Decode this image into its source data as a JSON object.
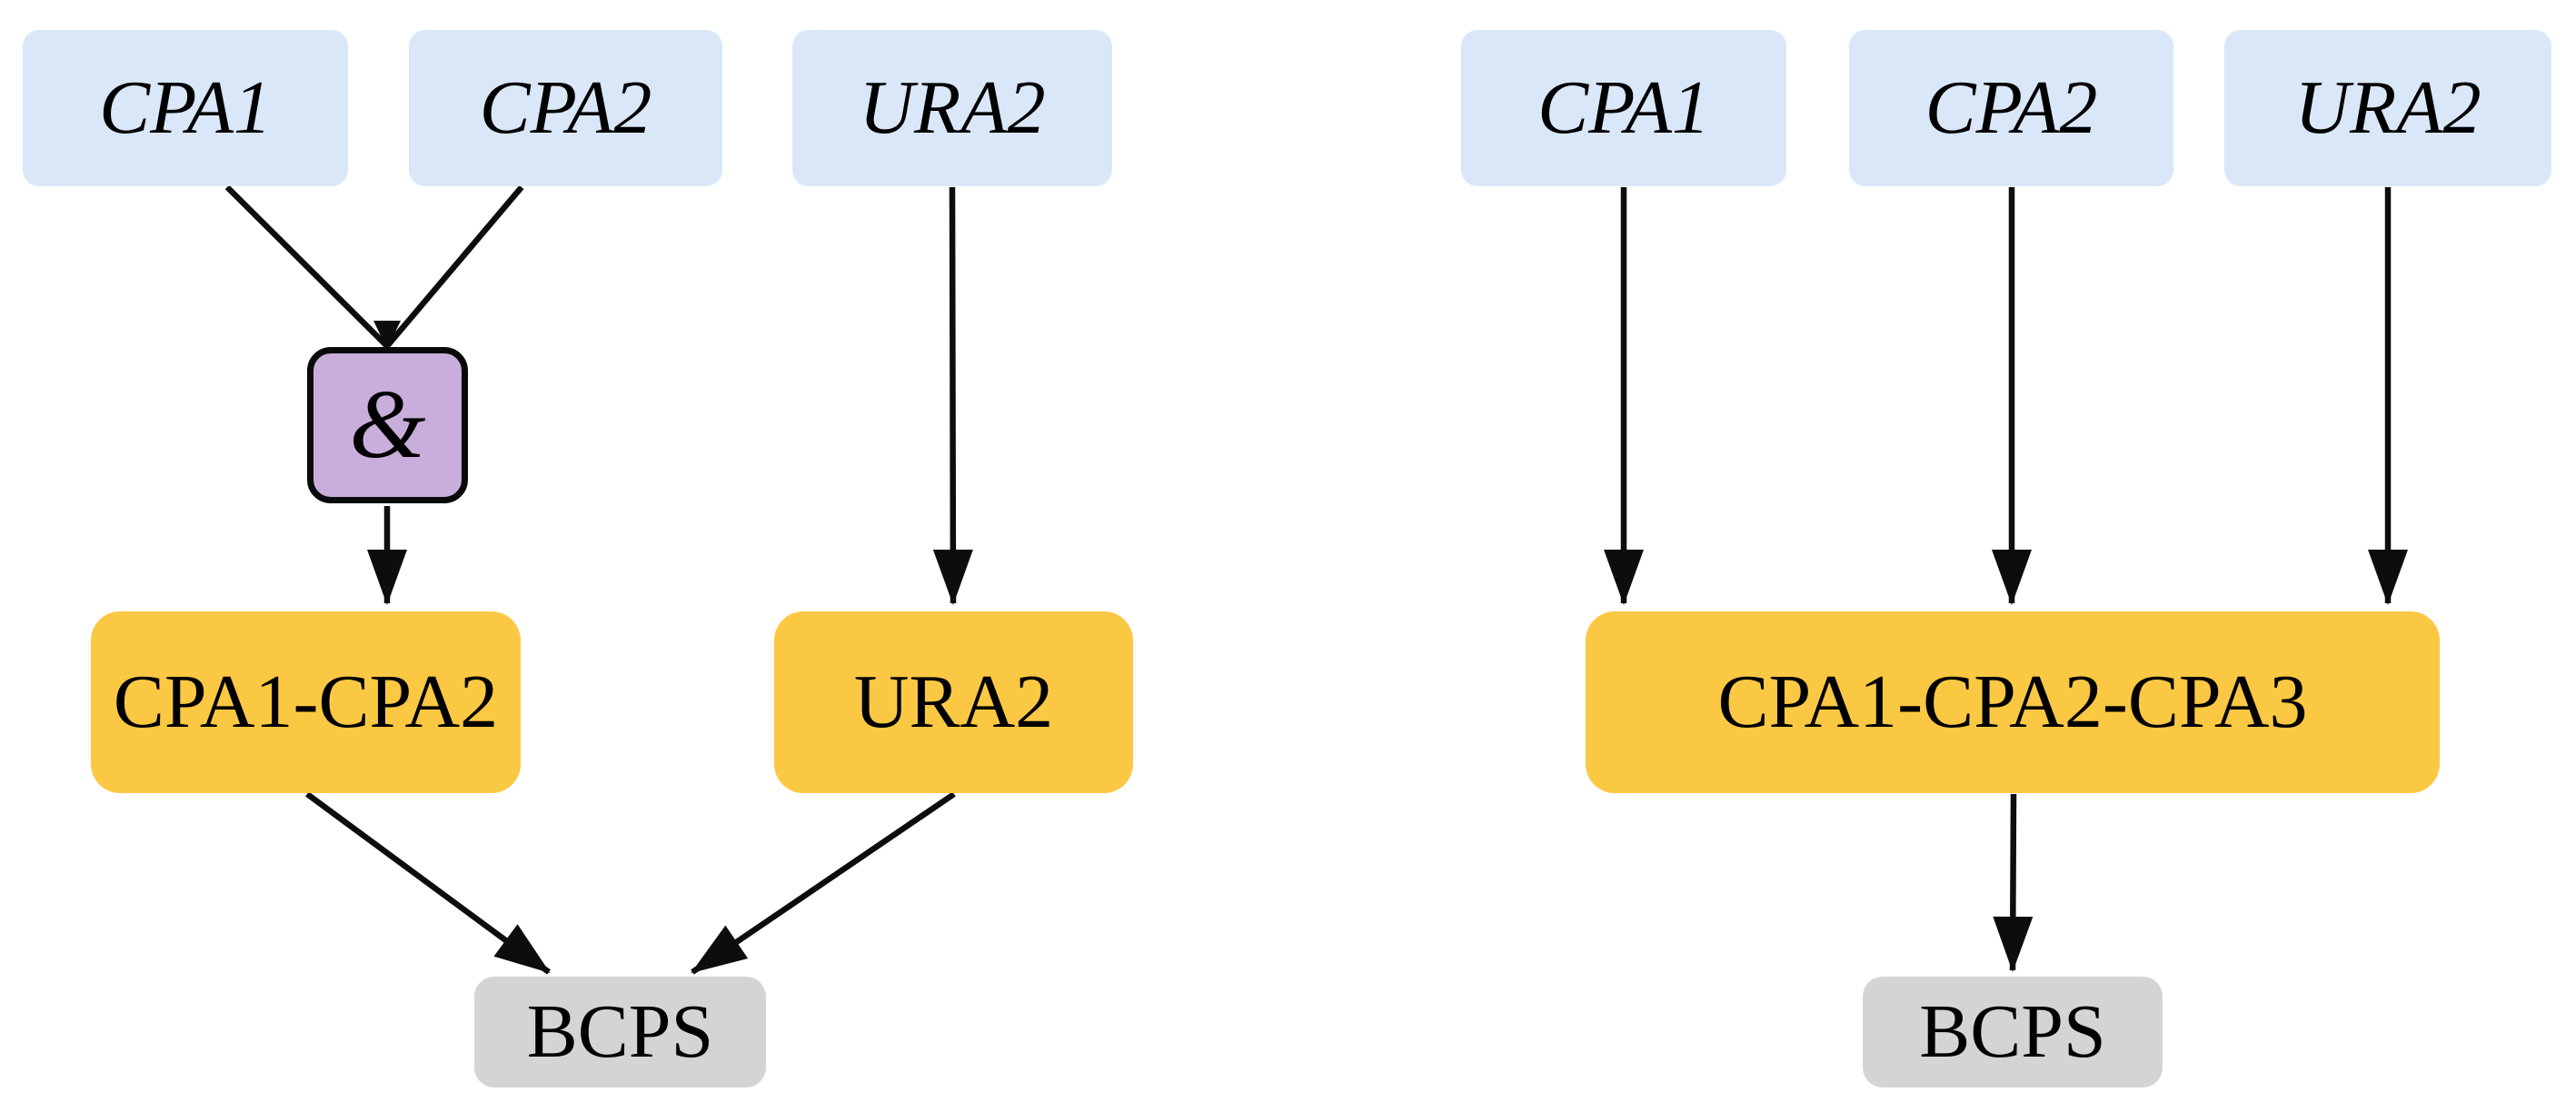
{
  "left": {
    "inputs": [
      {
        "label": "CPA1"
      },
      {
        "label": "CPA2"
      },
      {
        "label": "URA2"
      }
    ],
    "gate": {
      "label": "&"
    },
    "intermediates": [
      {
        "label": "CPA1-CPA2"
      },
      {
        "label": "URA2"
      }
    ],
    "output": {
      "label": "BCPS"
    }
  },
  "right": {
    "inputs": [
      {
        "label": "CPA1"
      },
      {
        "label": "CPA2"
      },
      {
        "label": "URA2"
      }
    ],
    "complex": {
      "label": "CPA1-CPA2-CPA3"
    },
    "output": {
      "label": "BCPS"
    }
  },
  "colors": {
    "gene-fill": "#d9e7f8",
    "complex-fill": "#fbc843",
    "gate-fill": "#c9addb",
    "gate-border": "#0a0a0a",
    "output-fill": "#d4d4d4",
    "edge": "#0d0d0d",
    "text": "#000000",
    "background": "#ffffff"
  }
}
